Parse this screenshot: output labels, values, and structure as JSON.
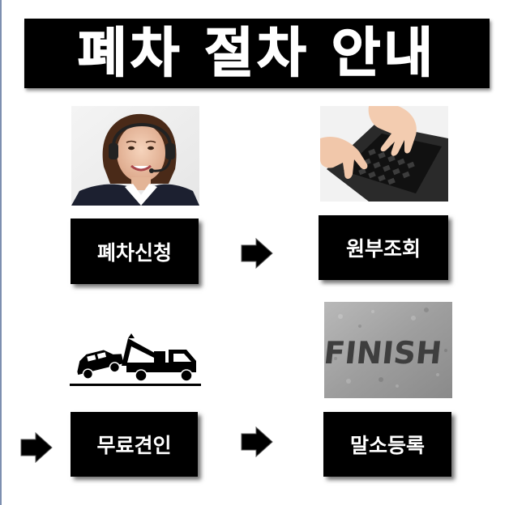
{
  "title": "폐차 절차 안내",
  "steps": [
    {
      "label": "폐차신청"
    },
    {
      "label": "원부조회"
    },
    {
      "label": "무료견인"
    },
    {
      "label": "말소등록"
    }
  ],
  "finish_photo_text": "FINISH",
  "colors": {
    "box": "#000000",
    "box_text": "#ffffff"
  }
}
